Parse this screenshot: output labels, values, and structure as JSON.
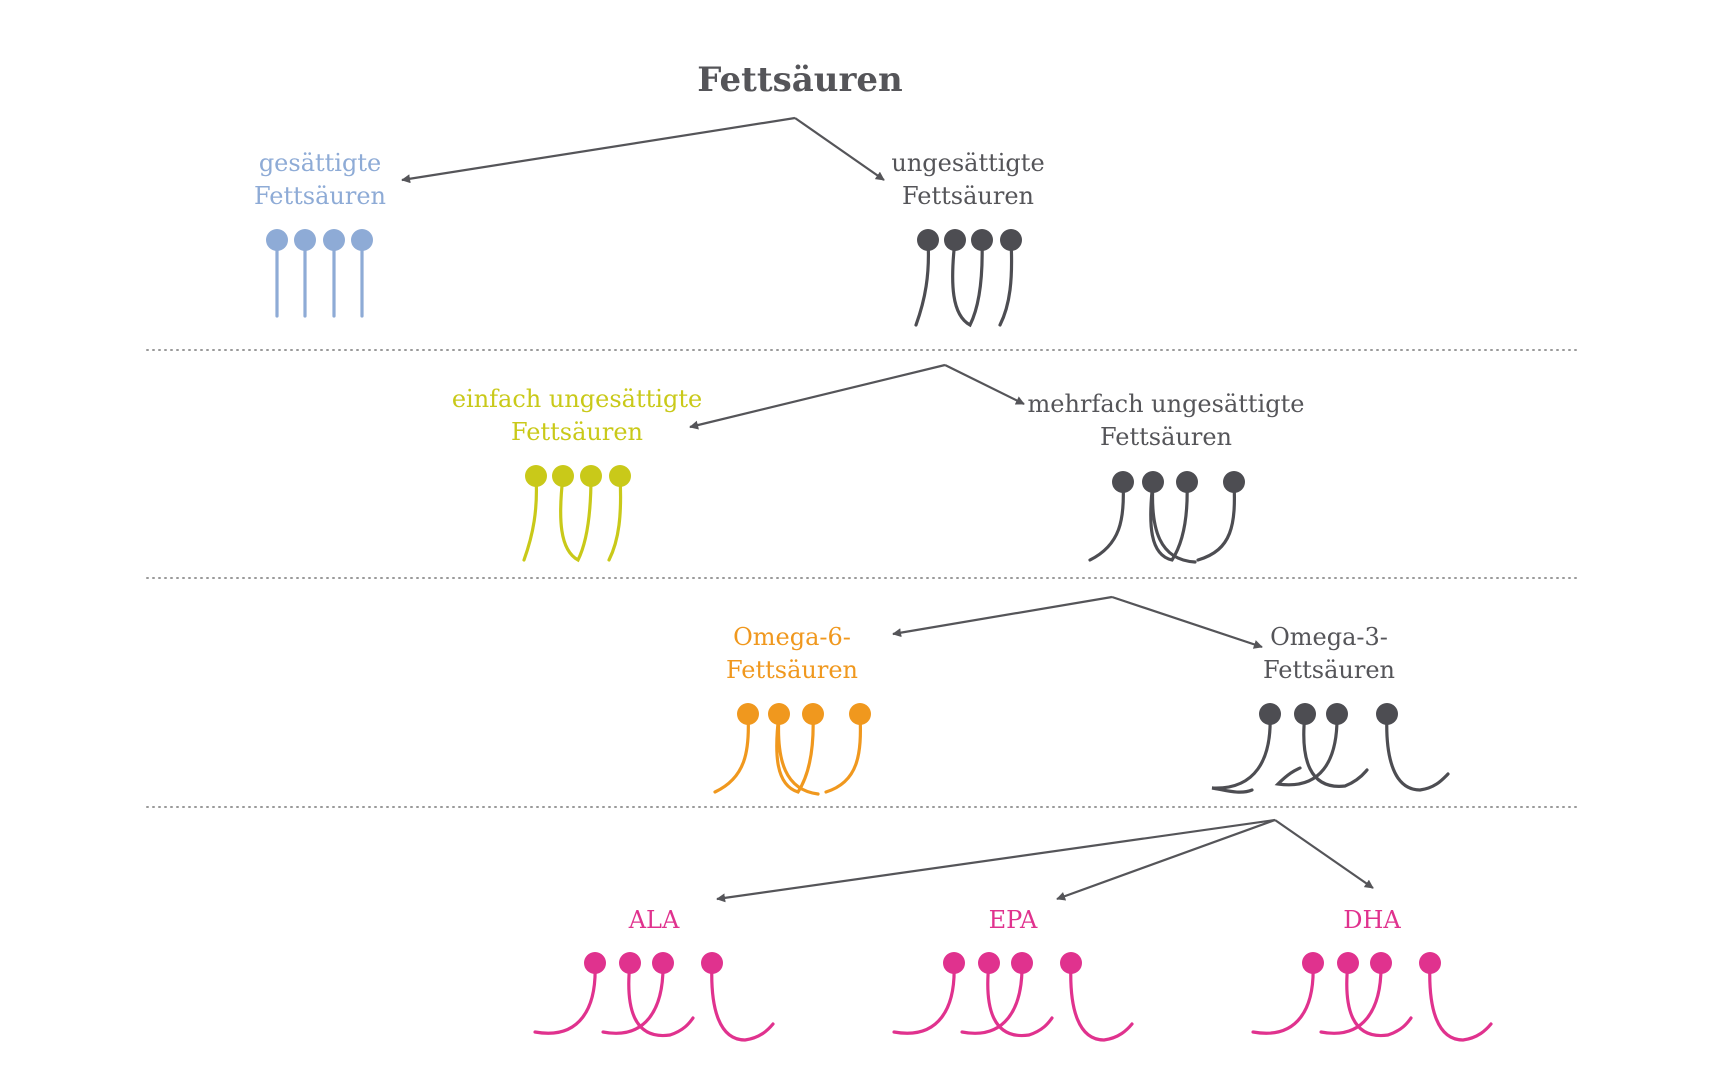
{
  "title": "Fettsäuren",
  "colors": {
    "text_dark": "#555559",
    "saturated": "#8eabd6",
    "unsaturated": "#4d4d52",
    "mono": "#c9c919",
    "omega6": "#f0981e",
    "omega3_types": "#e0328e"
  },
  "groups": {
    "saturated": {
      "line1": "gesättigte",
      "line2": "Fettsäuren"
    },
    "unsaturated": {
      "line1": "ungesättigte",
      "line2": "Fettsäuren"
    },
    "mono": {
      "line1": "einfach ungesättigte",
      "line2": "Fettsäuren"
    },
    "poly": {
      "line1": "mehrfach ungesättigte",
      "line2": "Fettsäuren"
    },
    "omega6": {
      "line1": "Omega-6-",
      "line2": "Fettsäuren"
    },
    "omega3": {
      "line1": "Omega-3-",
      "line2": "Fettsäuren"
    },
    "ala": {
      "label": "ALA"
    },
    "epa": {
      "label": "EPA"
    },
    "dha": {
      "label": "DHA"
    }
  }
}
